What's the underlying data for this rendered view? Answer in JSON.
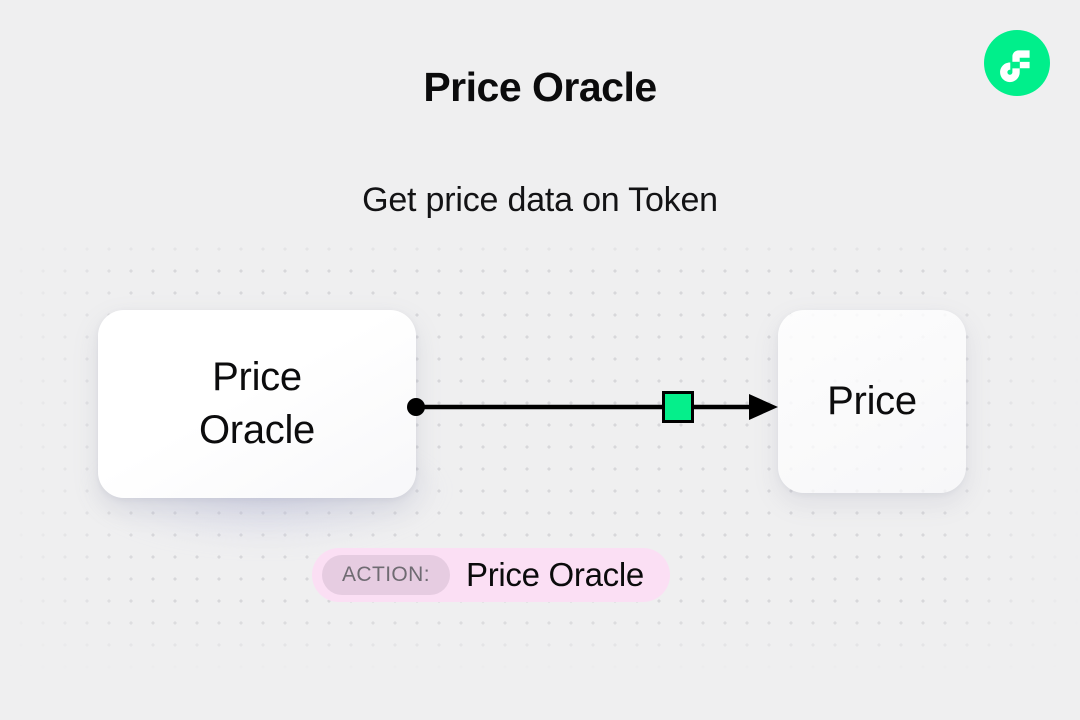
{
  "header": {
    "title": "Price Oracle",
    "subtitle": "Get price data on Token"
  },
  "brand": {
    "logo_name": "flow-logo-icon",
    "logo_color": "#00ef8b",
    "mark_color": "#ffffff"
  },
  "canvas": {
    "background_color": "#efeff0",
    "dot_color": "#d7d7da",
    "nodes": [
      {
        "id": "source",
        "name": "node-price-oracle",
        "label": "Price\nOracle",
        "background_color": "#ffffff"
      },
      {
        "id": "target",
        "name": "node-price",
        "label": "Price",
        "background_color": "rgba(255,255,255,0.85)"
      }
    ],
    "edge": {
      "name": "connector-price-oracle-to-price",
      "color": "#000000",
      "start_handle": "source-dot-handle",
      "end_handle": "arrowhead",
      "chip_name": "edge-chip-icon",
      "chip_color": "#05ef8b",
      "chip_border_color": "#000000"
    }
  },
  "action_badge": {
    "tag_label": "ACTION:",
    "value": "Price Oracle",
    "background_color": "#fbdff4",
    "tag_background_color": "#e6cce1",
    "tag_text_color": "#6f6b72"
  }
}
